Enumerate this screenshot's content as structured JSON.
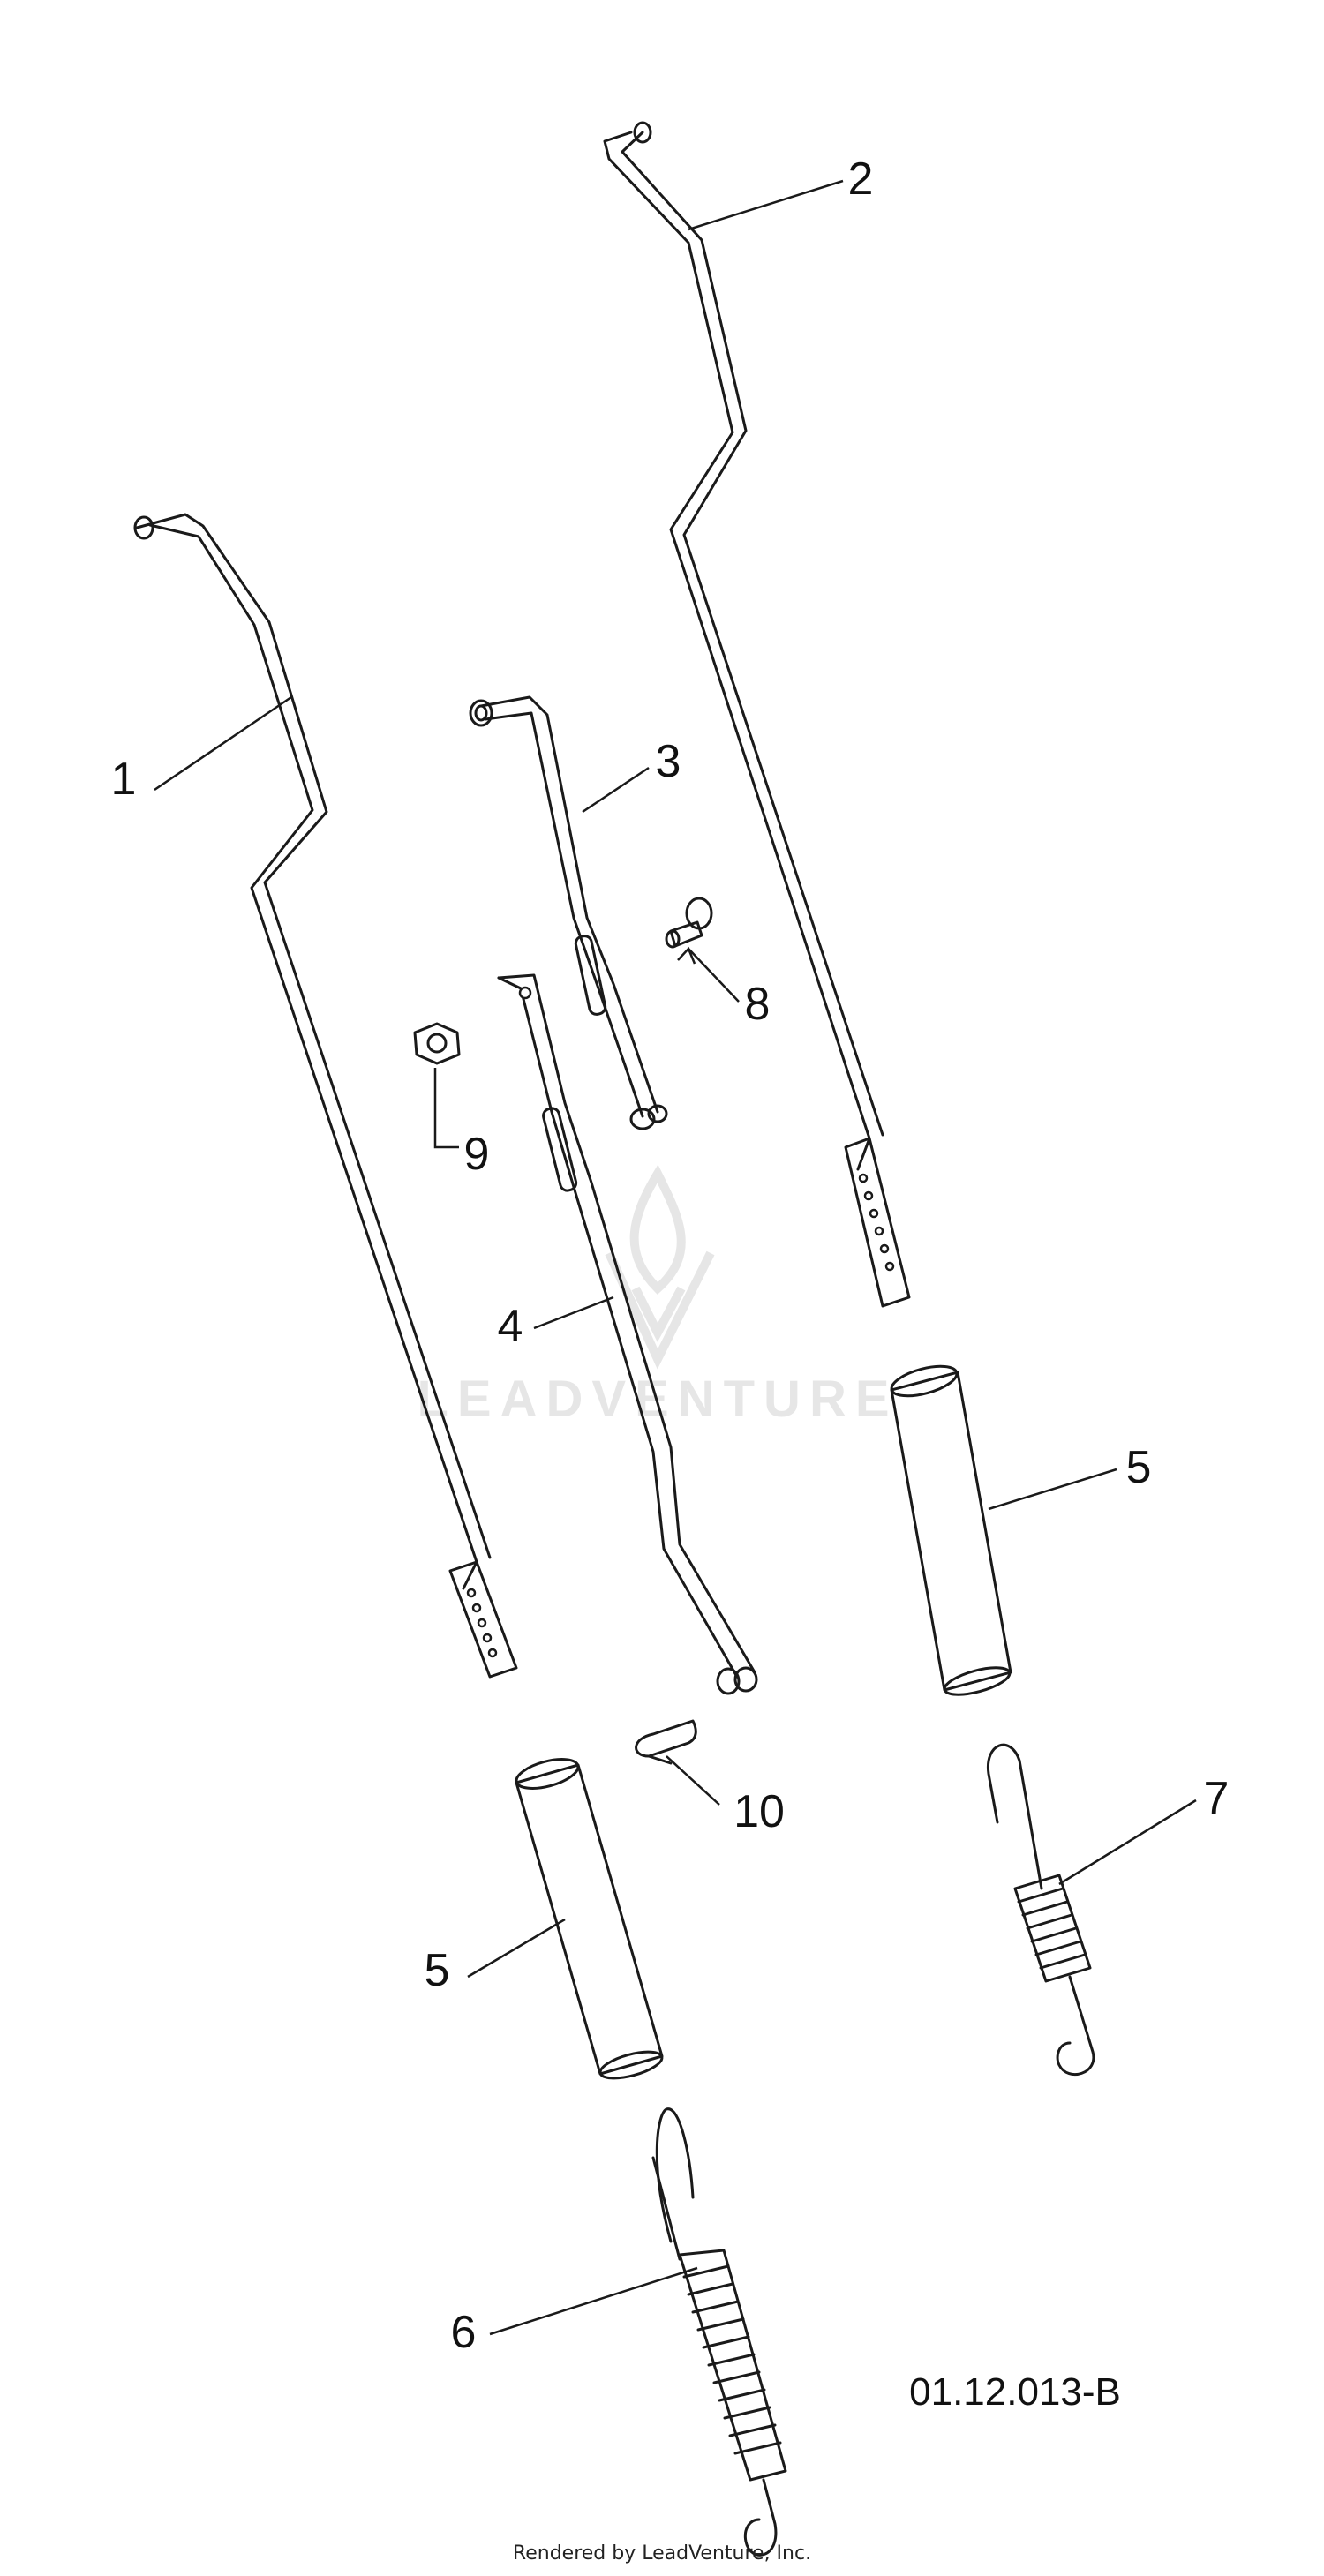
{
  "callouts": [
    {
      "id": "1",
      "label": "1"
    },
    {
      "id": "2",
      "label": "2"
    },
    {
      "id": "3",
      "label": "3"
    },
    {
      "id": "4",
      "label": "4"
    },
    {
      "id": "5a",
      "label": "5"
    },
    {
      "id": "5b",
      "label": "5"
    },
    {
      "id": "6",
      "label": "6"
    },
    {
      "id": "7",
      "label": "7"
    },
    {
      "id": "8",
      "label": "8"
    },
    {
      "id": "9",
      "label": "9"
    },
    {
      "id": "10",
      "label": "10"
    }
  ],
  "diagram_code": "01.12.013-B",
  "watermark": {
    "text": "LEADVENTURE"
  },
  "footer": {
    "credit": "Rendered by LeadVenture, Inc."
  }
}
